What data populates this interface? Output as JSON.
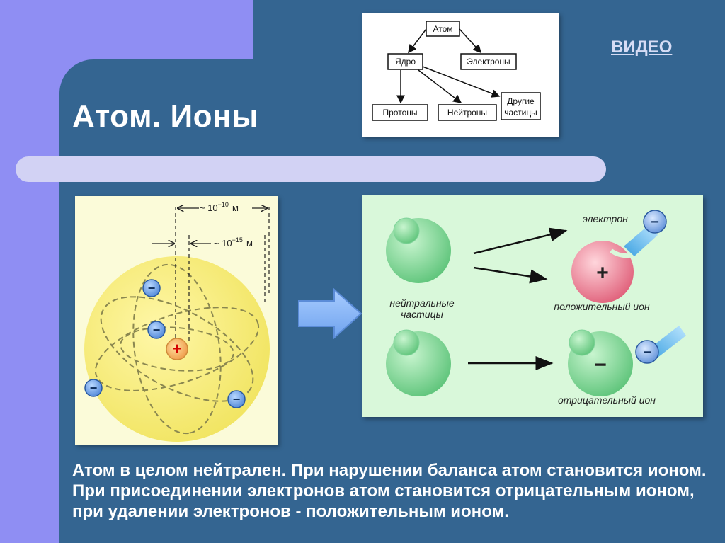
{
  "slide": {
    "title": "Атом. Ионы",
    "video_link": "ВИДЕО",
    "body_text": "Атом в целом нейтрален. При нарушении баланса атом становится ионом. При присоединении электронов атом становится отрицательным ионом,  при удалении электронов  - положительным ионом."
  },
  "tree_diagram": {
    "root": "Атом",
    "level1": [
      "Ядро",
      "Электроны"
    ],
    "level2": [
      "Протоны",
      "Нейтроны",
      "Другие частицы"
    ],
    "level2_other_line1": "Другие",
    "level2_other_line2": "частицы"
  },
  "atom_diagram": {
    "atom_size_prefix": "~ 10",
    "atom_size_exp": "−10",
    "atom_size_unit": "м",
    "nucleus_size_prefix": "~ 10",
    "nucleus_size_exp": "−15",
    "nucleus_size_unit": "м",
    "nucleus_sign": "+",
    "electron_sign": "−"
  },
  "ions_diagram": {
    "electron_label": "электрон",
    "neutral_label_line1": "нейтральные",
    "neutral_label_line2": "частицы",
    "positive_ion_label": "положительный ион",
    "negative_ion_label": "отрицательный ион",
    "plus_sign": "+",
    "minus_sign": "−"
  },
  "colors": {
    "lavender": "#8f8ef3",
    "slide_blue": "#346591",
    "ion_panel": "#d9f8da",
    "atom_panel": "#fbfbd9"
  }
}
